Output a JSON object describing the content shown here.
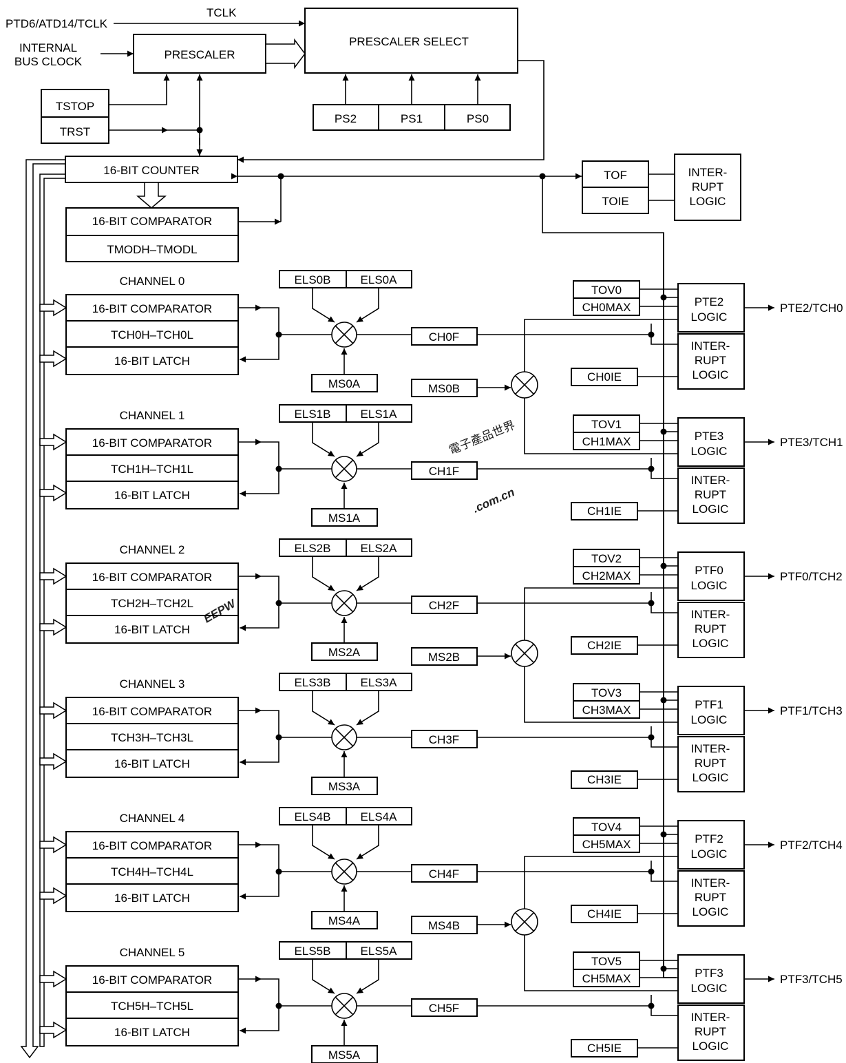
{
  "inputs": {
    "ptd6": "PTD6/ATD14/TCLK",
    "tclk": "TCLK",
    "internal_1": "INTERNAL",
    "internal_2": "BUS CLOCK"
  },
  "blocks": {
    "prescaler": "PRESCALER",
    "prescaler_select": "PRESCALER SELECT",
    "tstop": "TSTOP",
    "trst": "TRST",
    "ps2": "PS2",
    "ps1": "PS1",
    "ps0": "PS0",
    "counter": "16-BIT COUNTER",
    "comparator": "16-BIT COMPARATOR",
    "tmod": "TMODH–TMODL",
    "tof": "TOF",
    "toie": "TOIE",
    "interrupt_1": "INTER-",
    "interrupt_2": "RUPT",
    "interrupt_3": "LOGIC"
  },
  "channels": [
    {
      "title": "CHANNEL 0",
      "cmp": "16-BIT COMPARATOR",
      "reg": "TCH0H–TCH0L",
      "latch": "16-BIT LATCH",
      "elsb": "ELS0B",
      "elsa": "ELS0A",
      "msa": "MS0A",
      "flag": "CH0F",
      "tov": "TOV0",
      "max": "CH0MAX",
      "ie": "CH0IE",
      "logic1": "PTE2",
      "logic2": "LOGIC",
      "ilogic1": "INTER-",
      "ilogic2": "RUPT",
      "ilogic3": "LOGIC",
      "pin": "PTE2/TCH0",
      "msb": "MS0B"
    },
    {
      "title": "CHANNEL 1",
      "cmp": "16-BIT COMPARATOR",
      "reg": "TCH1H–TCH1L",
      "latch": "16-BIT LATCH",
      "elsb": "ELS1B",
      "elsa": "ELS1A",
      "msa": "MS1A",
      "flag": "CH1F",
      "tov": "TOV1",
      "max": "CH1MAX",
      "ie": "CH1IE",
      "logic1": "PTE3",
      "logic2": "LOGIC",
      "ilogic1": "INTER-",
      "ilogic2": "RUPT",
      "ilogic3": "LOGIC",
      "pin": "PTE3/TCH1"
    },
    {
      "title": "CHANNEL 2",
      "cmp": "16-BIT COMPARATOR",
      "reg": "TCH2H–TCH2L",
      "latch": "16-BIT LATCH",
      "elsb": "ELS2B",
      "elsa": "ELS2A",
      "msa": "MS2A",
      "flag": "CH2F",
      "tov": "TOV2",
      "max": "CH2MAX",
      "ie": "CH2IE",
      "logic1": "PTF0",
      "logic2": "LOGIC",
      "ilogic1": "INTER-",
      "ilogic2": "RUPT",
      "ilogic3": "LOGIC",
      "pin": "PTF0/TCH2",
      "msb": "MS2B"
    },
    {
      "title": "CHANNEL 3",
      "cmp": "16-BIT COMPARATOR",
      "reg": "TCH3H–TCH3L",
      "latch": "16-BIT LATCH",
      "elsb": "ELS3B",
      "elsa": "ELS3A",
      "msa": "MS3A",
      "flag": "CH3F",
      "tov": "TOV3",
      "max": "CH3MAX",
      "ie": "CH3IE",
      "logic1": "PTF1",
      "logic2": "LOGIC",
      "ilogic1": "INTER-",
      "ilogic2": "RUPT",
      "ilogic3": "LOGIC",
      "pin": "PTF1/TCH3"
    },
    {
      "title": "CHANNEL 4",
      "cmp": "16-BIT COMPARATOR",
      "reg": "TCH4H–TCH4L",
      "latch": "16-BIT LATCH",
      "elsb": "ELS4B",
      "elsa": "ELS4A",
      "msa": "MS4A",
      "flag": "CH4F",
      "tov": "TOV4",
      "max": "CH5MAX",
      "ie": "CH4IE",
      "logic1": "PTF2",
      "logic2": "LOGIC",
      "ilogic1": "INTER-",
      "ilogic2": "RUPT",
      "ilogic3": "LOGIC",
      "pin": "PTF2/TCH4",
      "msb": "MS4B"
    },
    {
      "title": "CHANNEL 5",
      "cmp": "16-BIT COMPARATOR",
      "reg": "TCH5H–TCH5L",
      "latch": "16-BIT LATCH",
      "elsb": "ELS5B",
      "elsa": "ELS5A",
      "msa": "MS5A",
      "flag": "CH5F",
      "tov": "TOV5",
      "max": "CH5MAX",
      "ie": "CH5IE",
      "logic1": "PTF3",
      "logic2": "LOGIC",
      "ilogic1": "INTER-",
      "ilogic2": "RUPT",
      "ilogic3": "LOGIC",
      "pin": "PTF3/TCH5"
    }
  ],
  "watermark": {
    "logo": "EEPW",
    "domain": ".com.cn",
    "chinese": "電子產品世界",
    "color": "#e8262c"
  }
}
